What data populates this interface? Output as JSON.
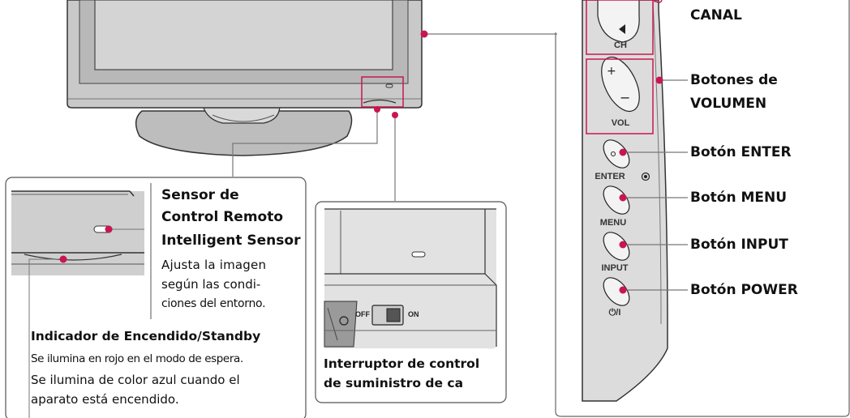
{
  "side_panel": {
    "buttons": {
      "ch": "CH",
      "vol": "VOL",
      "enter": "ENTER",
      "menu": "MENU",
      "input": "INPUT",
      "power": "⏻/I"
    },
    "labels": {
      "canal": "CANAL",
      "volumen_line1": "Botones de",
      "volumen_line2": "VOLUMEN",
      "enter": "Botón ENTER",
      "menu": "Botón MENU",
      "input": "Botón INPUT",
      "power": "Botón POWER"
    }
  },
  "sensor_box": {
    "title_line1": "Sensor de",
    "title_line2": "Control Remoto",
    "subtitle": "Intelligent Sensor",
    "desc_line1": "Ajusta la imagen",
    "desc_line2": "según las condi-",
    "desc_line3": "ciones del entorno."
  },
  "indicator": {
    "title": "Indicador de Encendido/Standby",
    "line1": "Se ilumina en rojo en el modo de espera.",
    "line2": "Se ilumina de color azul cuando el",
    "line3": "aparato está encendido."
  },
  "switch_box": {
    "off": "OFF",
    "on": "ON",
    "caption_line1": "Interruptor de control",
    "caption_line2": "de suministro de ca"
  },
  "colors": {
    "accent": "#c8174f",
    "tv_body": "#c9c9c9",
    "tv_screen": "#d4d4d4",
    "stroke": "#333333"
  }
}
